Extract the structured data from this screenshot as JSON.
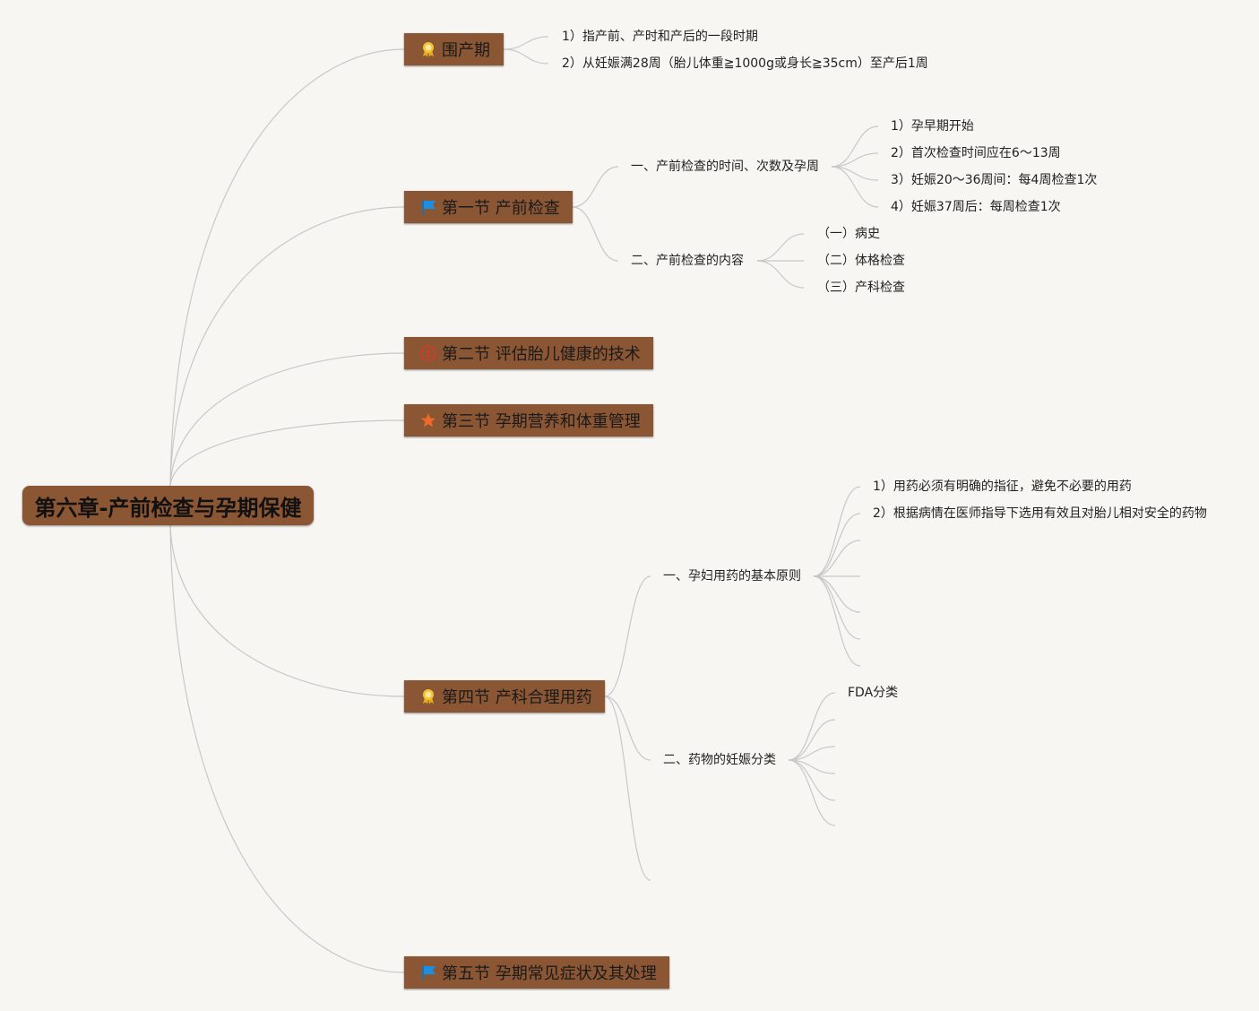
{
  "colors": {
    "background": "#f7f6f3",
    "node_fill": "#8b5633",
    "line": "#c8c8c8"
  },
  "root": {
    "label": "第六章-产前检查与孕期保健"
  },
  "topics": [
    {
      "label": "围产期",
      "icon": "award-ribbon-icon"
    },
    {
      "label": "第一节 产前检查",
      "icon": "blue-flag-icon"
    },
    {
      "label": "第二节 评估胎儿健康的技术",
      "icon": "red-meeple-icon"
    },
    {
      "label": "第三节 孕期营养和体重管理",
      "icon": "orange-star-icon"
    },
    {
      "label": "第四节 产科合理用药",
      "icon": "award-ribbon-icon"
    },
    {
      "label": "第五节 孕期常见症状及其处理",
      "icon": "blue-flag-icon"
    }
  ],
  "perinatal": {
    "items": [
      "1）指产前、产时和产后的一段时期",
      "2）从妊娠满28周（胎儿体重≧1000g或身长≧35cm）至产后1周"
    ]
  },
  "section1": {
    "sub1": {
      "label": "一、产前检查的时间、次数及孕周",
      "items": [
        "1）孕早期开始",
        "2）首次检查时间应在6～13周",
        "3）妊娠20～36周间：每4周检查1次",
        "4）妊娠37周后：每周检查1次"
      ]
    },
    "sub2": {
      "label": "二、产前检查的内容",
      "items": [
        "（一）病史",
        "（二）体格检查",
        "（三）产科检查"
      ]
    }
  },
  "section4": {
    "sub1": {
      "label": "一、孕妇用药的基本原则",
      "items": [
        "1）用药必须有明确的指征，避免不必要的用药",
        "2）根据病情在医师指导下选用有效且对胎儿相对安全的药物"
      ]
    },
    "sub2": {
      "label": "二、药物的妊娠分类",
      "items": [
        "FDA分类"
      ]
    }
  }
}
